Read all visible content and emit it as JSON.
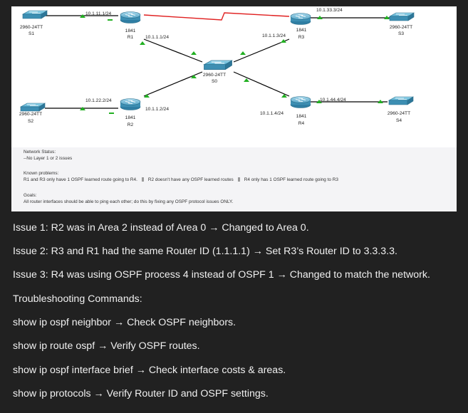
{
  "topology": {
    "switches": {
      "s1": {
        "model": "2960-24TT",
        "name": "S1"
      },
      "s2": {
        "model": "2960-24TT",
        "name": "S2"
      },
      "s3": {
        "model": "2960-24TT",
        "name": "S3"
      },
      "s4": {
        "model": "2960-24TT",
        "name": "S4"
      },
      "s0": {
        "model": "2960-24TT",
        "name": "S0"
      }
    },
    "routers": {
      "r1": {
        "model": "1841",
        "name": "R1"
      },
      "r2": {
        "model": "1841",
        "name": "R2"
      },
      "r3": {
        "model": "1841",
        "name": "R3"
      },
      "r4": {
        "model": "1841",
        "name": "R4"
      }
    },
    "addresses": {
      "r1_lan": "10.1.11.1/24",
      "r1_core": "10.1.1.1/24",
      "r2_lan": "10.1.22.2/24",
      "r2_core": "10.1.1.2/24",
      "r3_lan": "10.1.33.3/24",
      "r3_core": "10.1.1.3/24",
      "r4_lan": "10.1.44.4/24",
      "r4_core": "10.1.1.4/24"
    },
    "colors": {
      "link": "#000000",
      "serial": "#e02020",
      "port_up": "#22b022"
    }
  },
  "status": {
    "heading": "Network Status:",
    "line1": "--No Layer 1 or 2 issues",
    "known_heading": "Known problems:",
    "problems": [
      "R1 and R3 only have 1 OSPF learned route going to R4.",
      "R2 doesn't have any OSPF learned routes",
      "R4 only has 1 OSPF learned route going to R3"
    ],
    "goals_heading": "Goals:",
    "goals": "All router interfaces should be able to ping each other;  do this by fixing any OSPF protocol issues ONLY."
  },
  "notes": {
    "issue1": "Issue 1: R2 was in Area 2 instead of Area 0 → Changed to Area 0.",
    "issue2": "Issue 2: R3 and R1 had the same Router ID (1.1.1.1) → Set R3’s Router ID to 3.3.3.3.",
    "issue3": "Issue 3: R4 was using OSPF process 4 instead of OSPF 1 → Changed to match the network.",
    "cmd_heading": "Troubleshooting Commands:",
    "cmd1": "show ip ospf neighbor → Check OSPF neighbors.",
    "cmd2": "show ip route ospf → Verify OSPF routes.",
    "cmd3": "show ip ospf interface brief → Check interface costs & areas.",
    "cmd4": "show ip protocols → Verify Router ID and OSPF settings."
  }
}
